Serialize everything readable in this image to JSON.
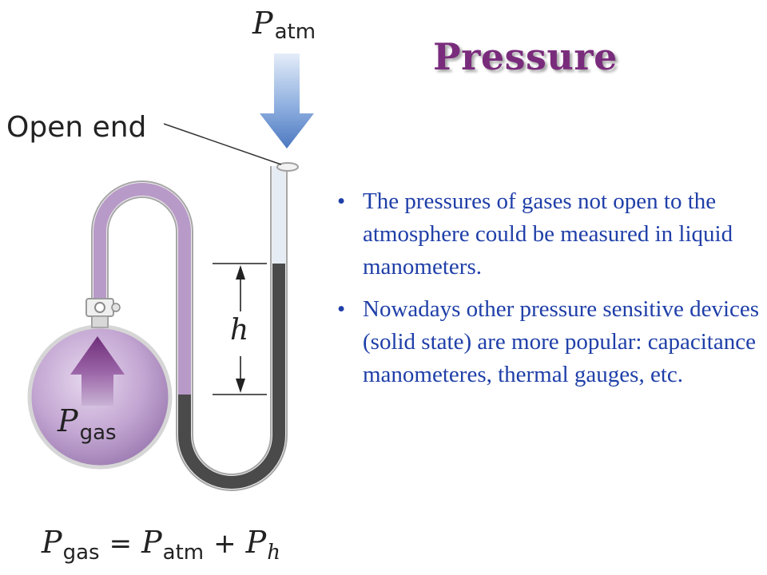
{
  "slide": {
    "title": "Pressure",
    "bullets": [
      "The pressures of gases not open to the atmosphere could be measured in liquid manometers.",
      "Nowadays other pressure sensitive devices (solid state) are more popular: capacitance manometeres, thermal gauges, etc."
    ],
    "bullet_marker": "•"
  },
  "diagram": {
    "open_end_label": "Open end",
    "p_symbol": "P",
    "atm_subscript": "atm",
    "gas_subscript": "gas",
    "h_symbol": "h",
    "h_subscript": "h",
    "equals": "=",
    "plus": "+"
  },
  "colors": {
    "title": "#7a2c7c",
    "bullet_text": "#1f3fa8",
    "gas": "#b89ac8",
    "mercury": "#4a4a4a",
    "arrow_blue": "#5b86c9",
    "arrow_purple": "#7e3f86"
  }
}
